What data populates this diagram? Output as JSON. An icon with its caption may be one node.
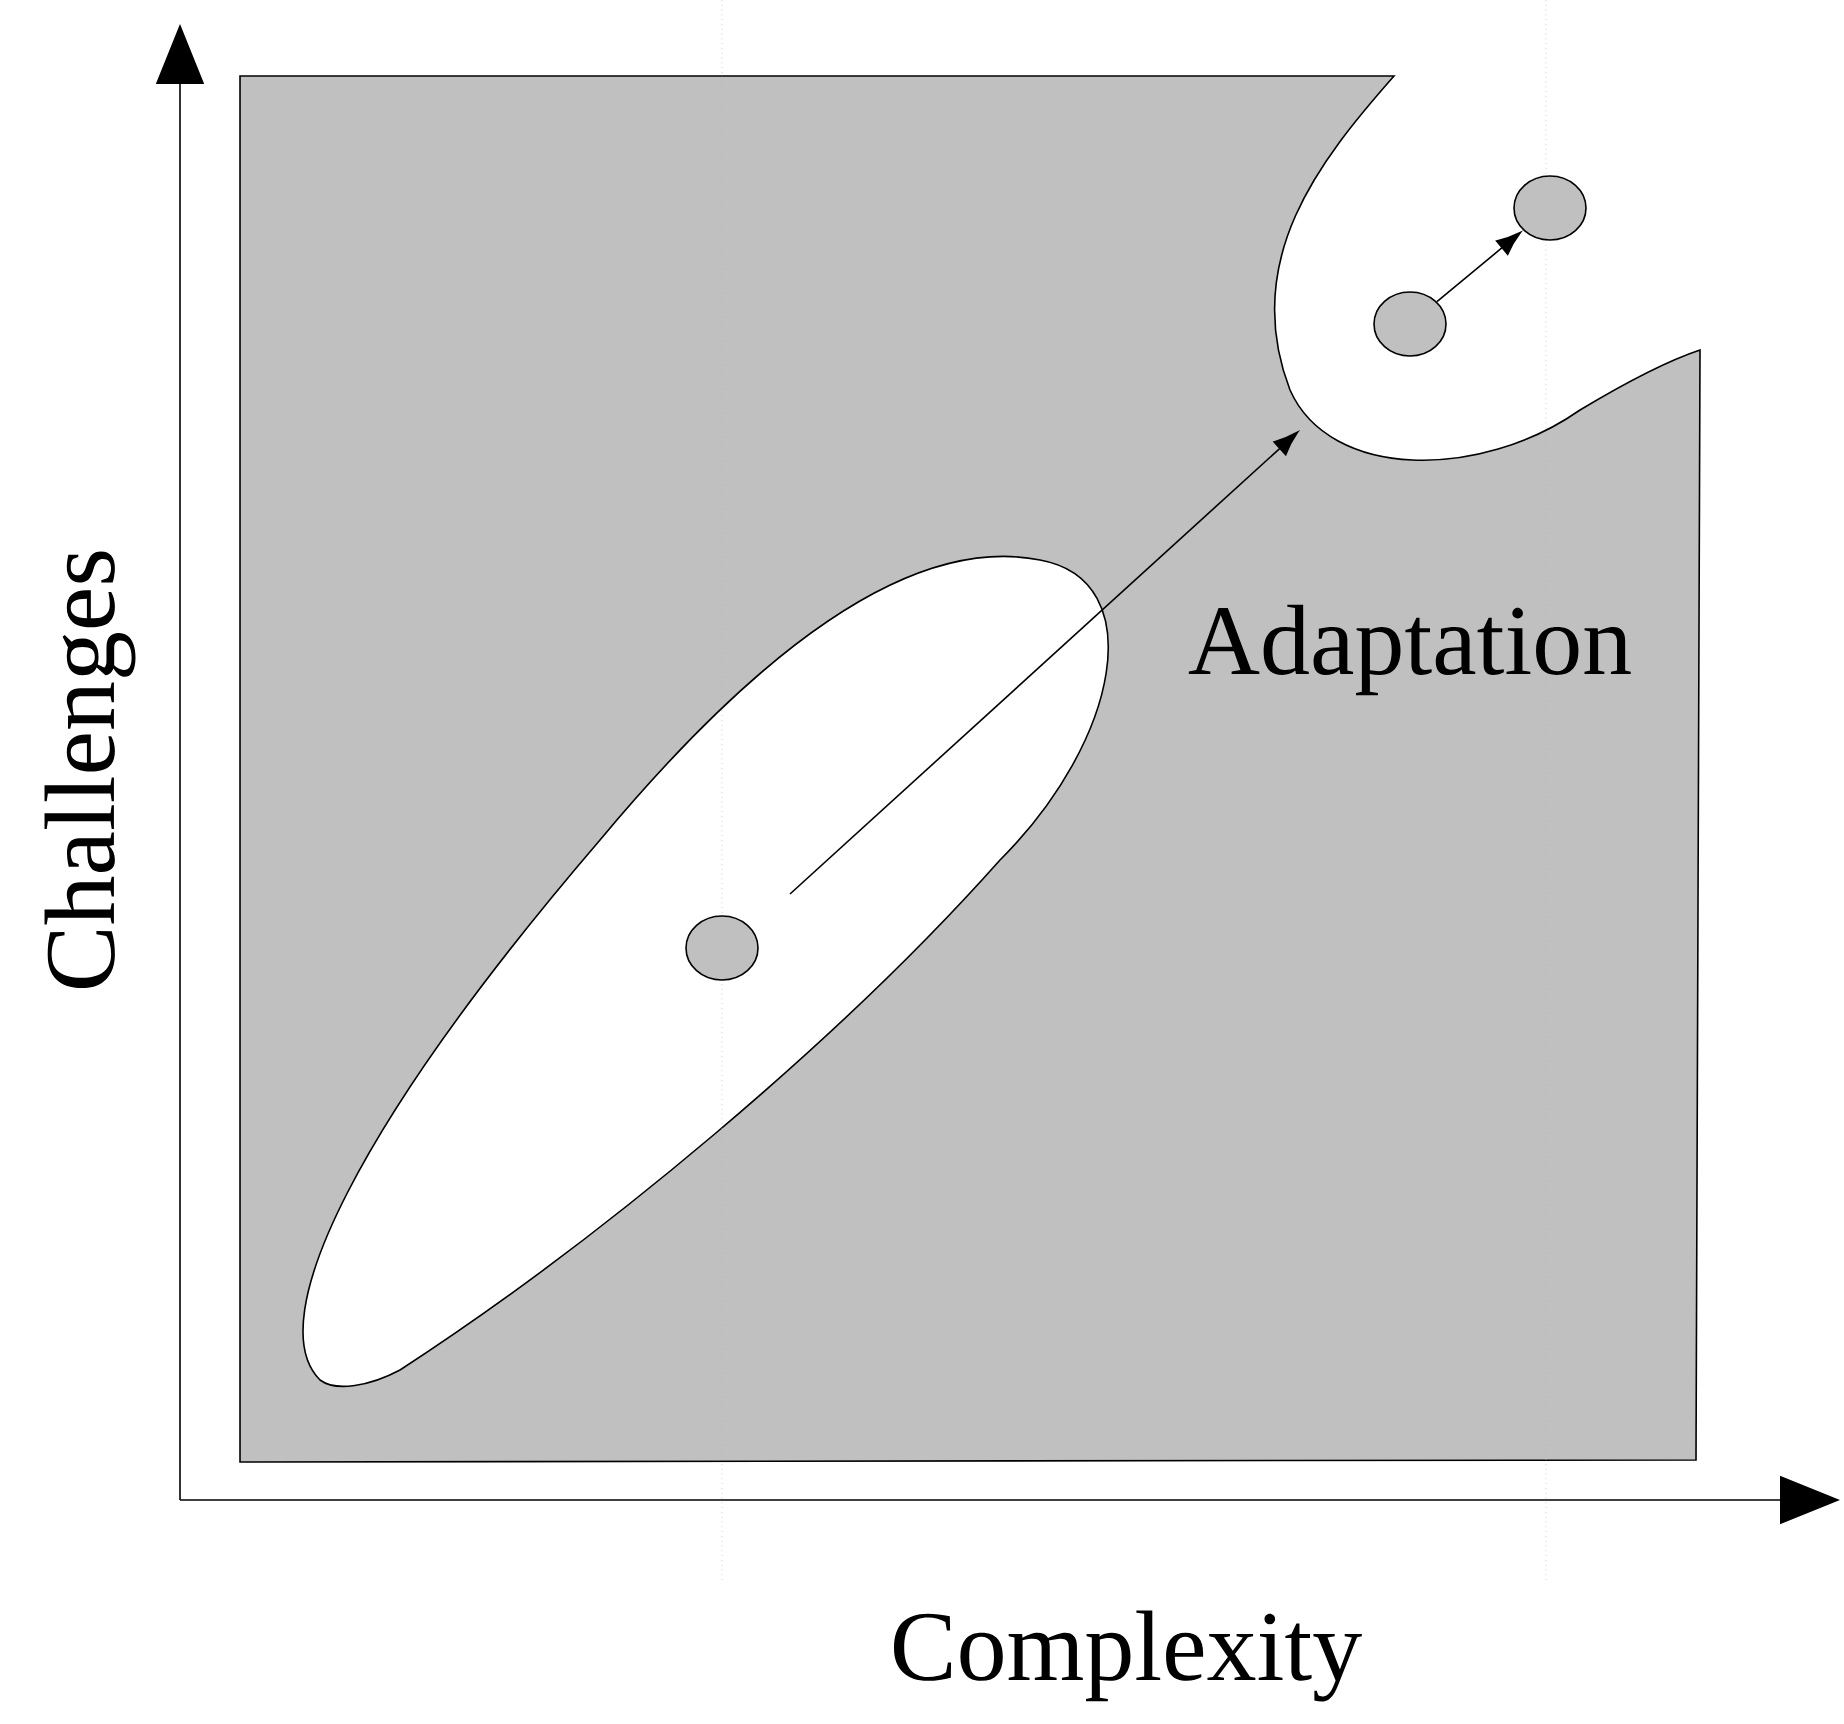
{
  "diagram": {
    "nodes": [
      {
        "text": [],
        "shape": "circle"
      },
      {
        "text": [],
        "shape": "circle"
      },
      {
        "text": [],
        "shape": "circle"
      }
    ],
    "edges": [
      {
        "from": 0,
        "to": null,
        "arrow": "to"
      },
      {
        "from": 1,
        "to": 2,
        "arrow": "to"
      }
    ],
    "labels": [
      "Adaptation",
      "Challenges",
      "Complexity"
    ]
  }
}
